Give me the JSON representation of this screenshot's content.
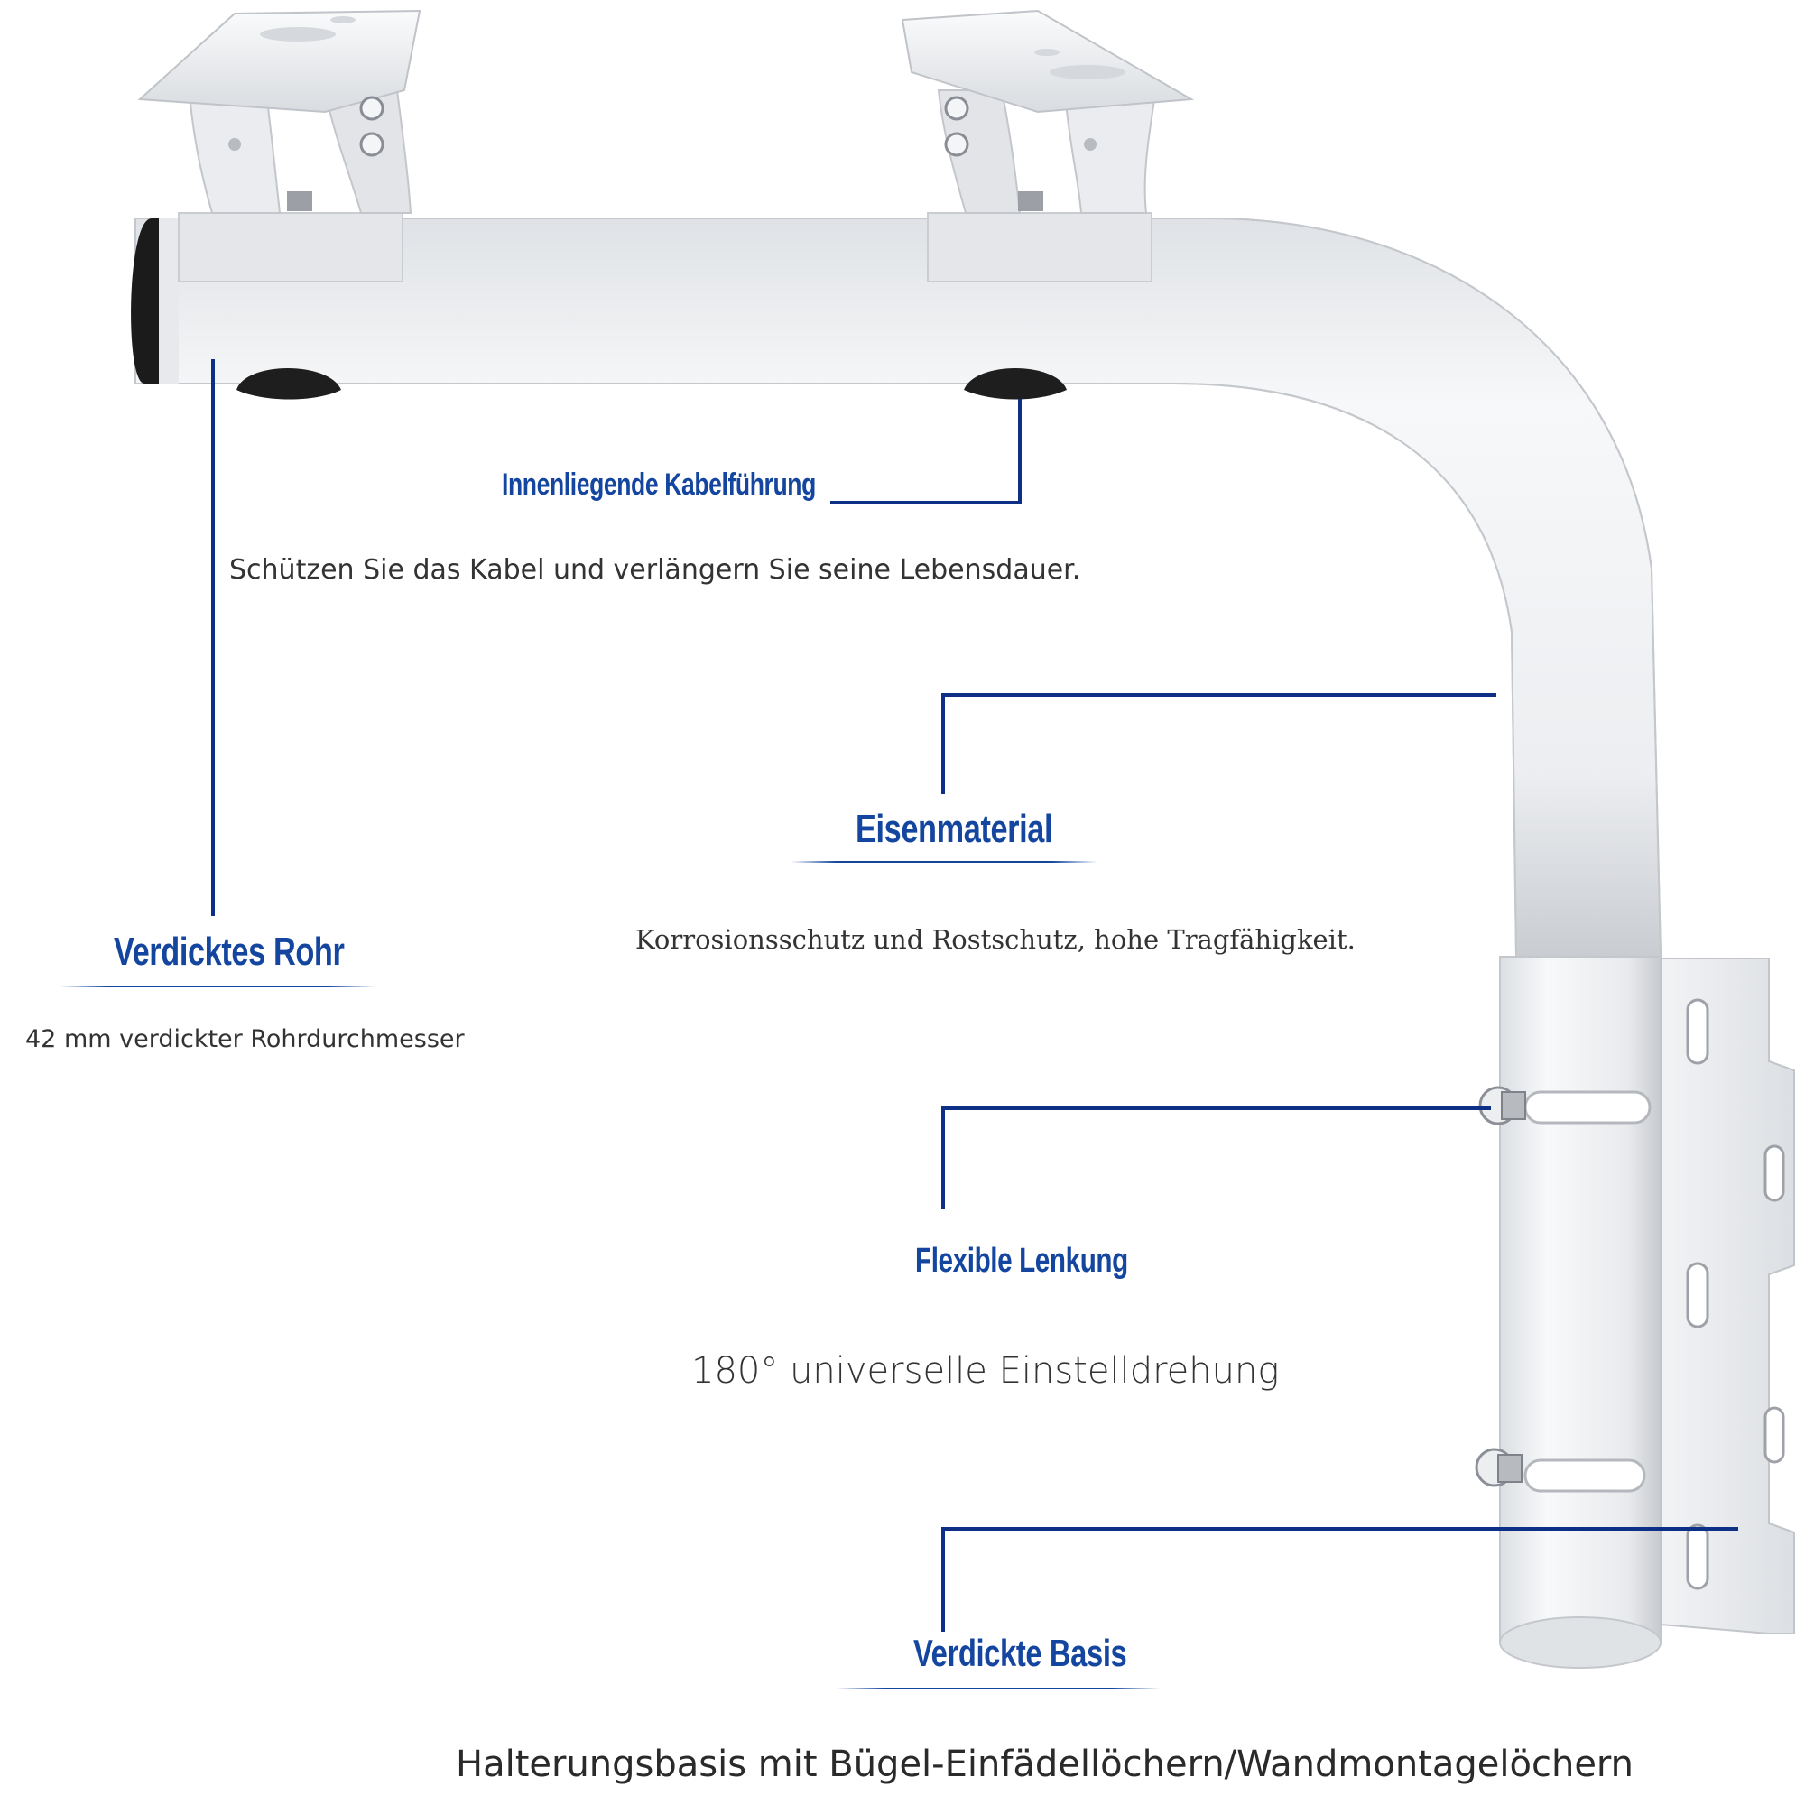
{
  "callouts": {
    "cable": {
      "title": "Innenliegende Kabelführung",
      "desc": "Schützen Sie das Kabel und verlängern Sie seine Lebensdauer."
    },
    "material": {
      "title": "Eisenmaterial",
      "desc": "Korrosionsschutz und Rostschutz, hohe Tragfähigkeit."
    },
    "tube": {
      "title": "Verdicktes Rohr",
      "desc": "42 mm verdickter Rohrdurchmesser"
    },
    "steering": {
      "title": "Flexible Lenkung",
      "desc": "180° universelle Einstelldrehung"
    },
    "base": {
      "title": "Verdickte Basis",
      "desc": "Halterungsbasis mit Bügel-Einfädellöchern/Wandmontagelöchern"
    }
  },
  "colors": {
    "accent": "#1446a0",
    "leader": "#0d2f86",
    "metal": "#eef0f3",
    "text": "#333333"
  }
}
